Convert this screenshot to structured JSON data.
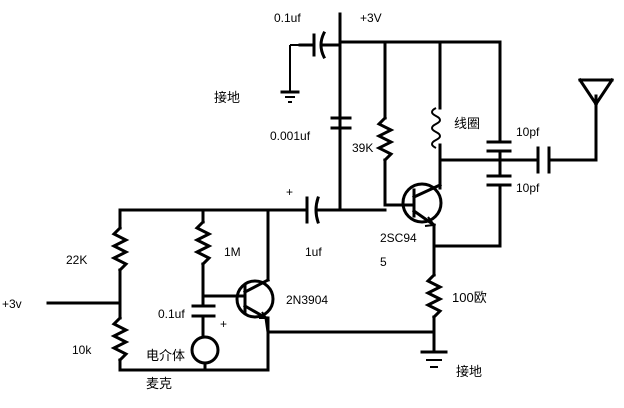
{
  "diagram": {
    "labels": {
      "cap_top": "0.1uf",
      "vcc_top": "+3V",
      "ground_1": "接地",
      "cap_001": "0.001uf",
      "coil": "线圈",
      "cap_10pf_1": "10pf",
      "resistor_39k": "39K",
      "cap_10pf_2": "10pf",
      "transistor_q2_a": "2SC94",
      "transistor_q2_b": "5",
      "plus_1": "+",
      "cap_1uf": "1uf",
      "resistor_22k": "22K",
      "resistor_1m": "1M",
      "vin_left": "+3v",
      "cap_01uf_mic": "0.1uf",
      "plus_2": "+",
      "transistor_q1": "2N3904",
      "resistor_100": "100欧",
      "resistor_10k": "10k",
      "mic_a": "电介体",
      "mic_b": "麦克",
      "ground_2": "接地"
    }
  }
}
